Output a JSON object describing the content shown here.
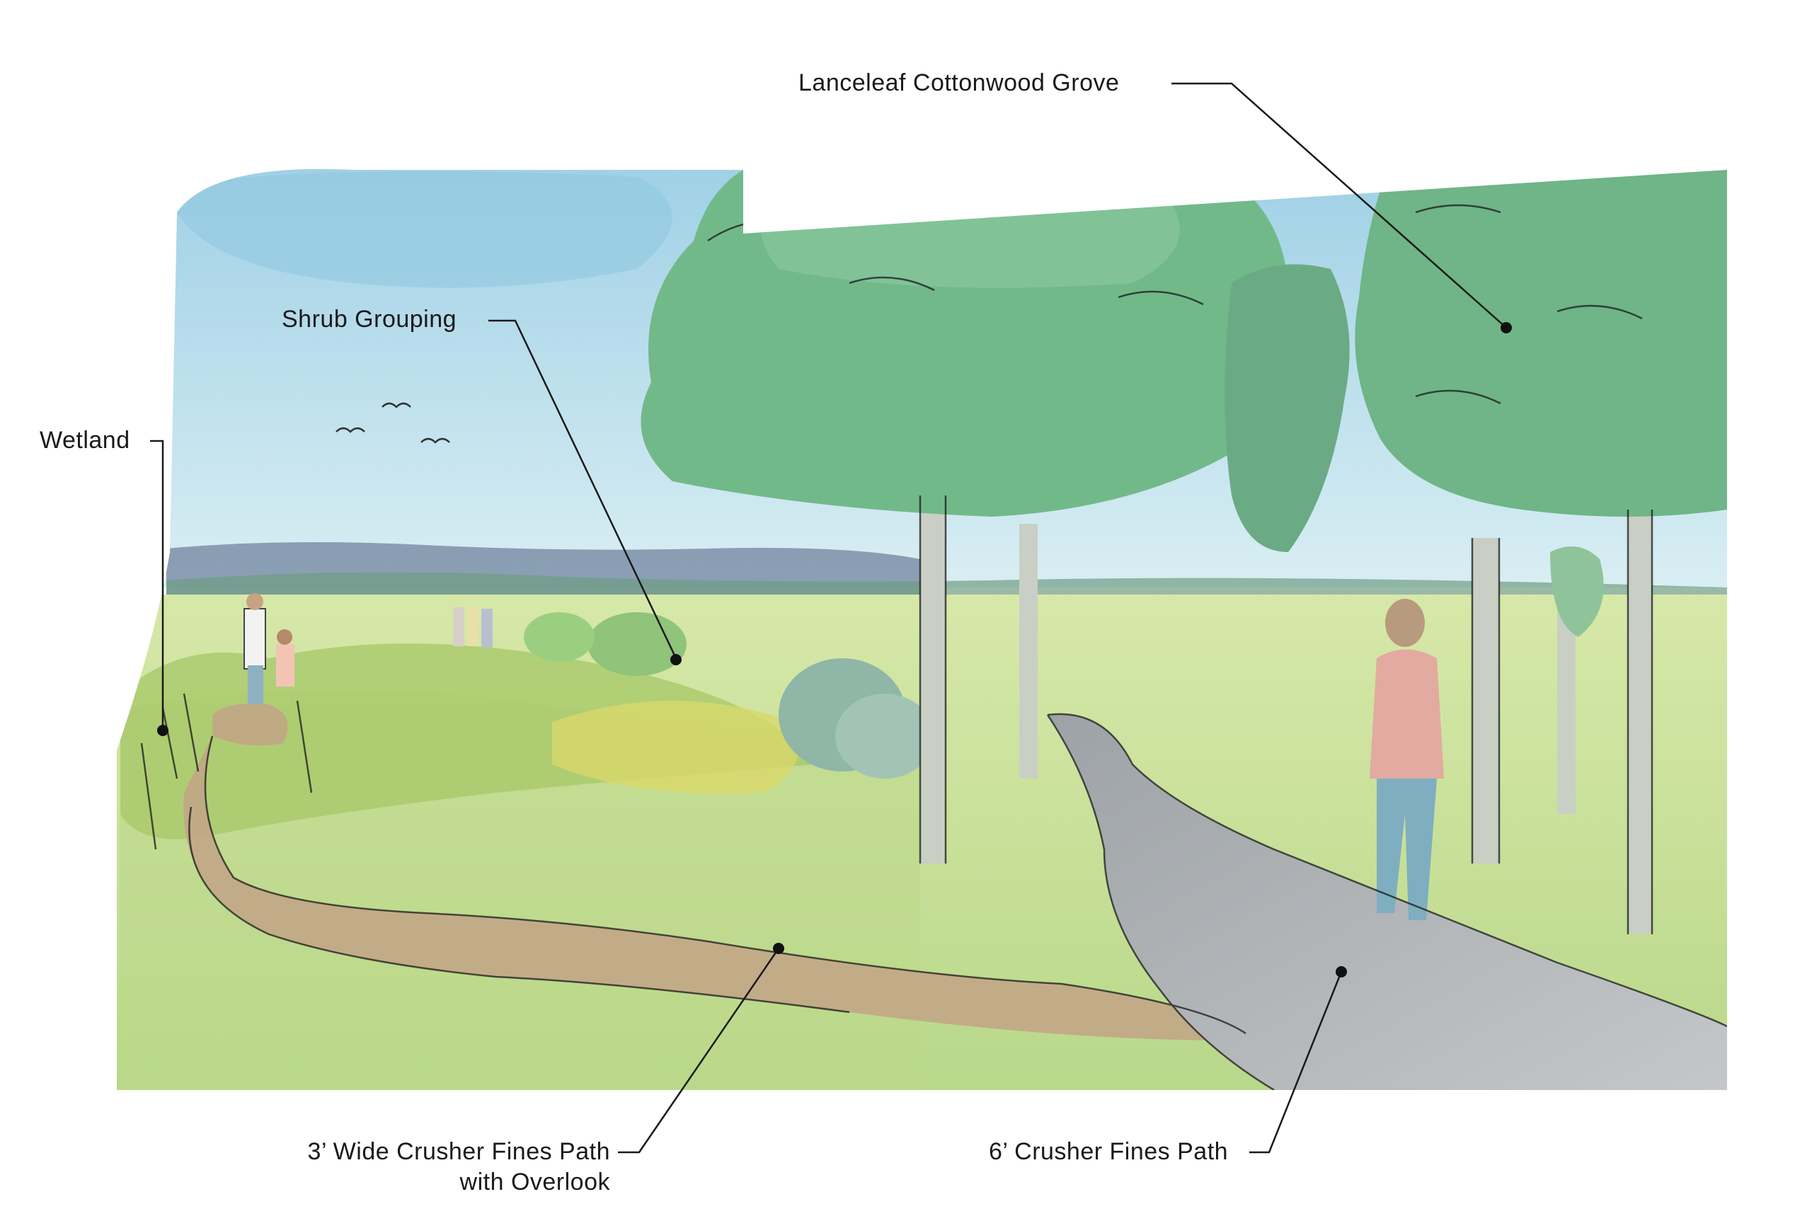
{
  "labels": {
    "cottonwood": "Lanceleaf Cottonwood Grove",
    "shrub": "Shrub Grouping",
    "wetland": "Wetland",
    "narrow_path_line1": "3’ Wide Crusher Fines Path",
    "narrow_path_line2": "with Overlook",
    "wide_path": "6’ Crusher Fines Path"
  },
  "colors": {
    "sky": "#a9d6e8",
    "tree_canopy": "#72b98a",
    "grass": "#c9df9a",
    "path_gray": "#a7abad",
    "path_tan": "#c2a686",
    "hills": "#7d90a8"
  }
}
